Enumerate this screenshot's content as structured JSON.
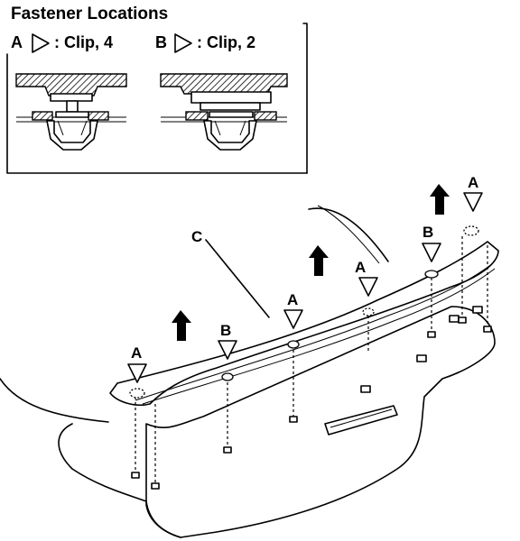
{
  "title": "Fastener Locations",
  "legend": [
    {
      "letter": "A",
      "text": ": Clip, 4"
    },
    {
      "letter": "B",
      "text": ": Clip, 2"
    }
  ],
  "part_label": "C",
  "callouts": [
    "A",
    "B",
    "A",
    "A",
    "B",
    "A"
  ]
}
